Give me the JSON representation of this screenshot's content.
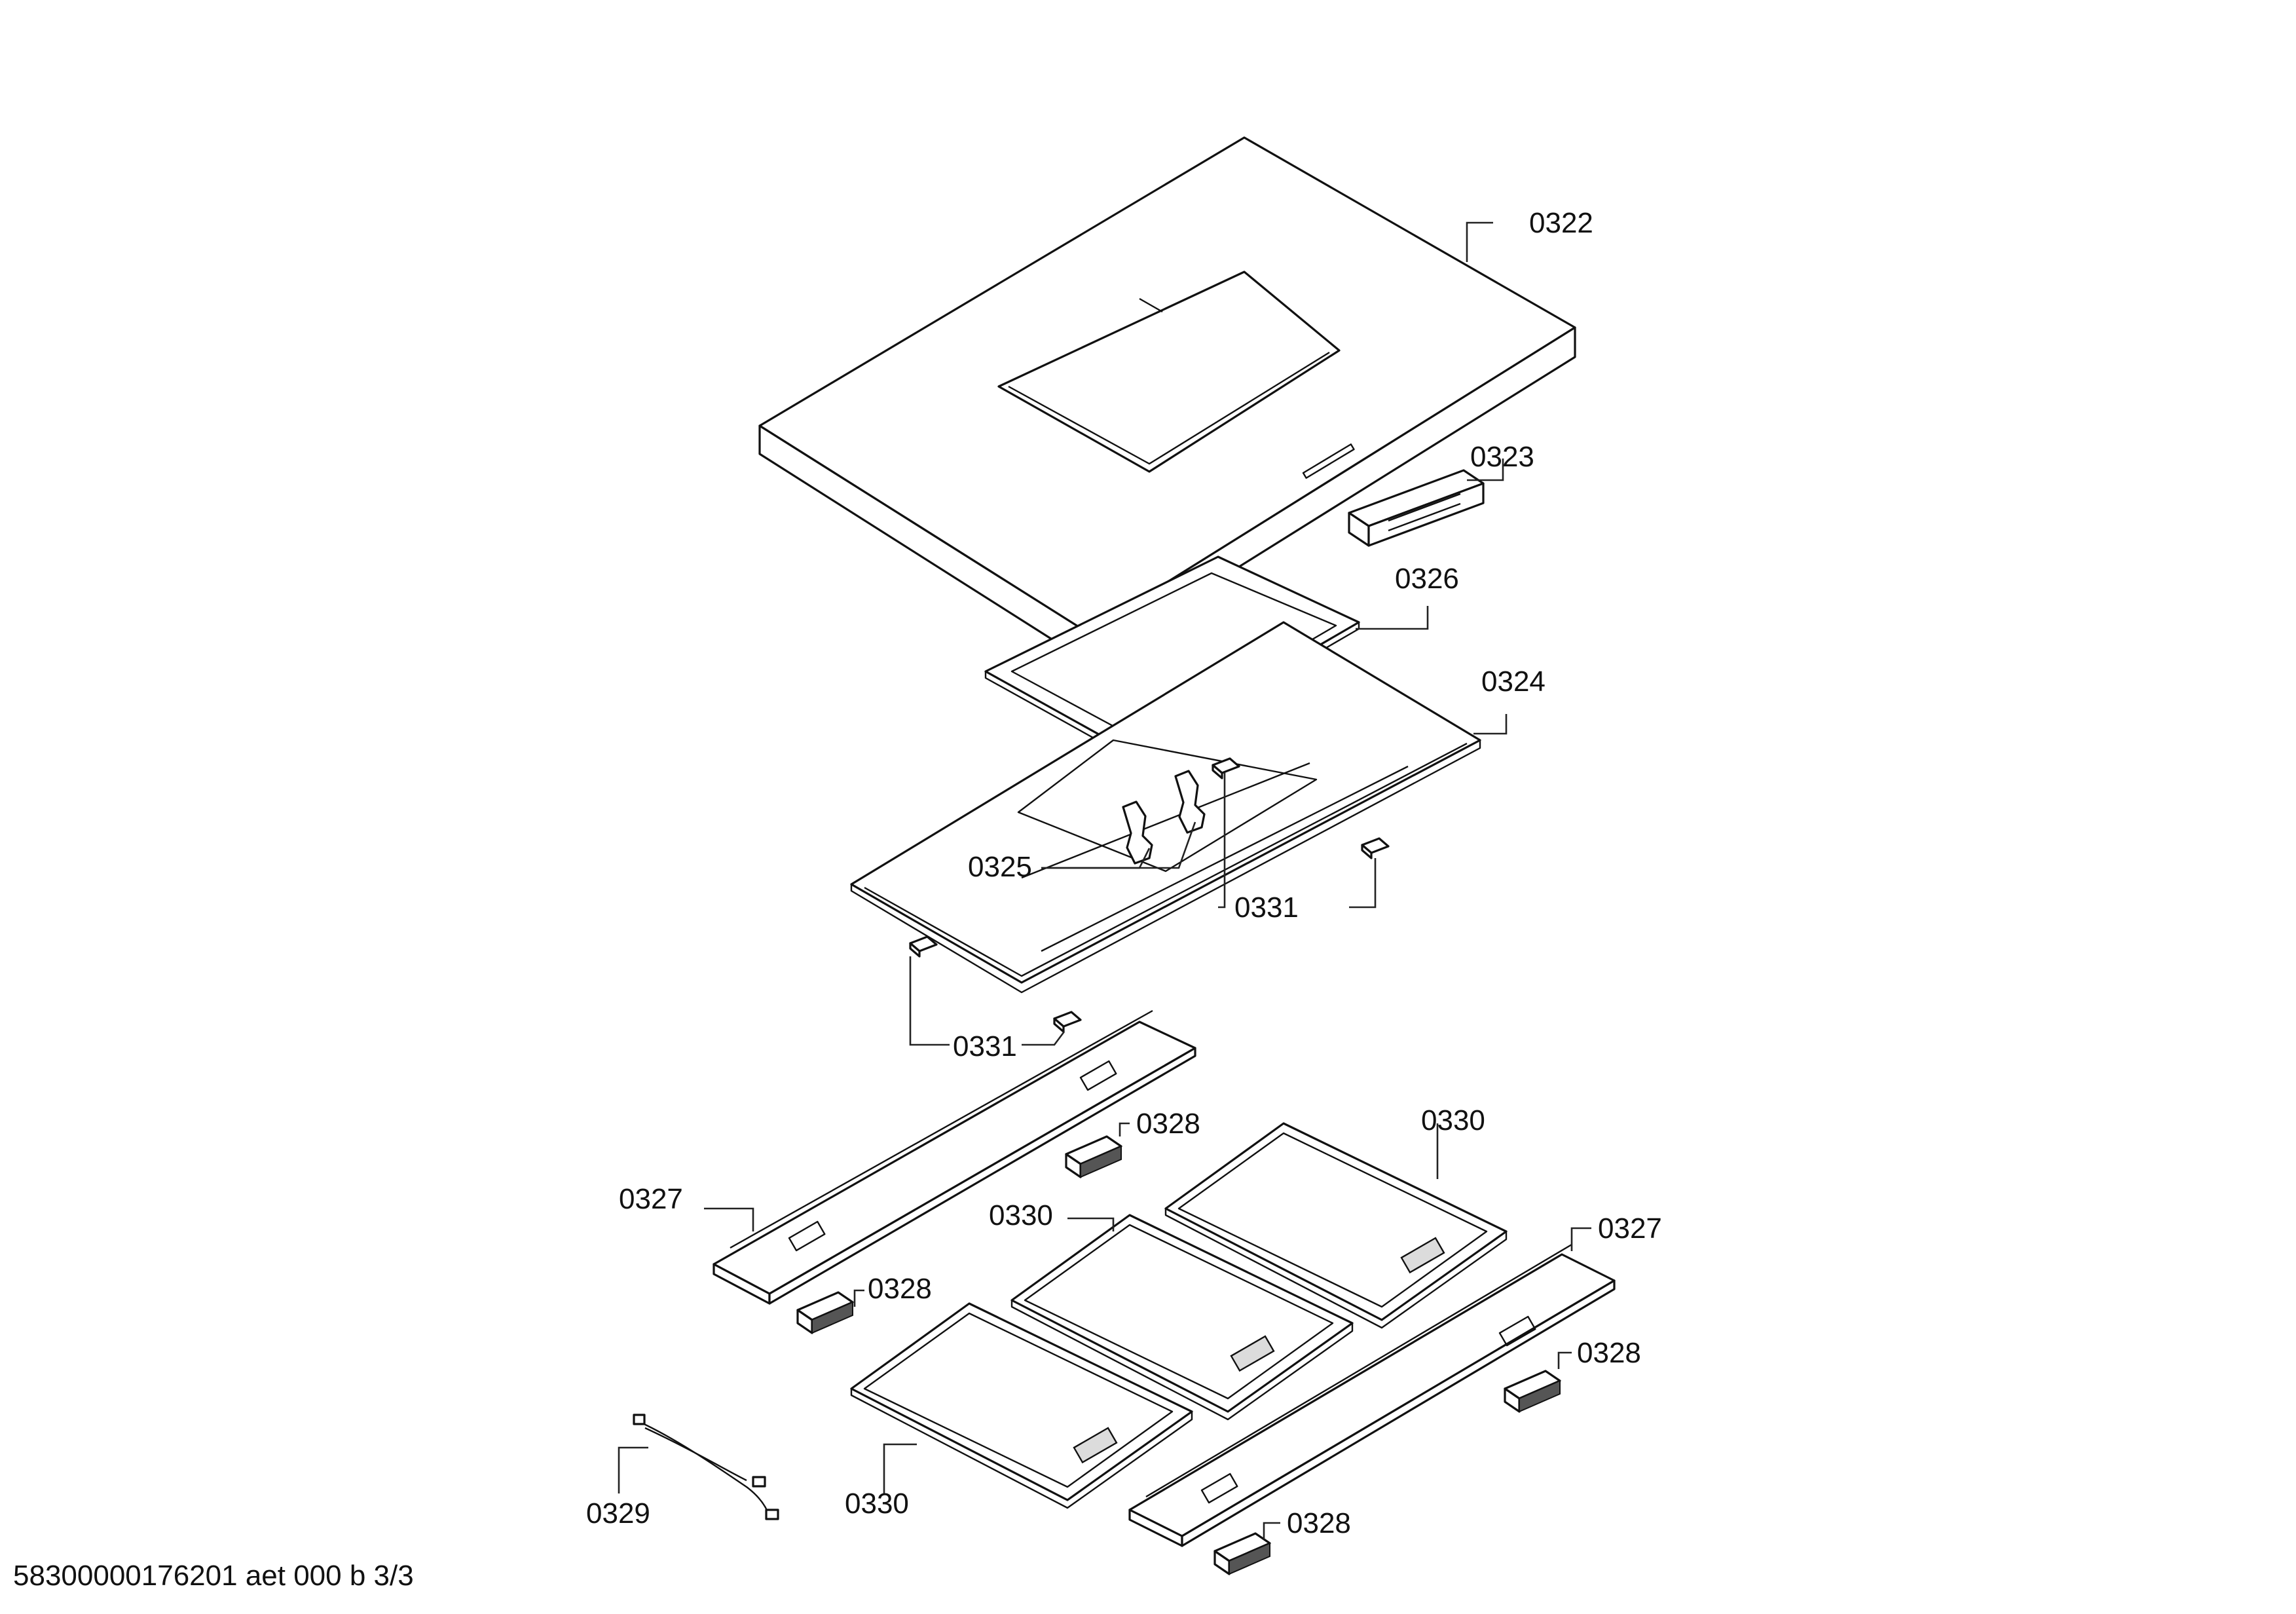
{
  "labels": {
    "p0322": "0322",
    "p0323": "0323",
    "p0326": "0326",
    "p0324": "0324",
    "p0325": "0325",
    "p0331a": "0331",
    "p0331b": "0331",
    "p0328a": "0328",
    "p0330a": "0330",
    "p0327a": "0327",
    "p0330b": "0330",
    "p0327b": "0327",
    "p0328b": "0328",
    "p0328c": "0328",
    "p0329": "0329",
    "p0330c": "0330",
    "p0328d": "0328"
  },
  "footer": "58300000176201 aet 000 b 3/3"
}
